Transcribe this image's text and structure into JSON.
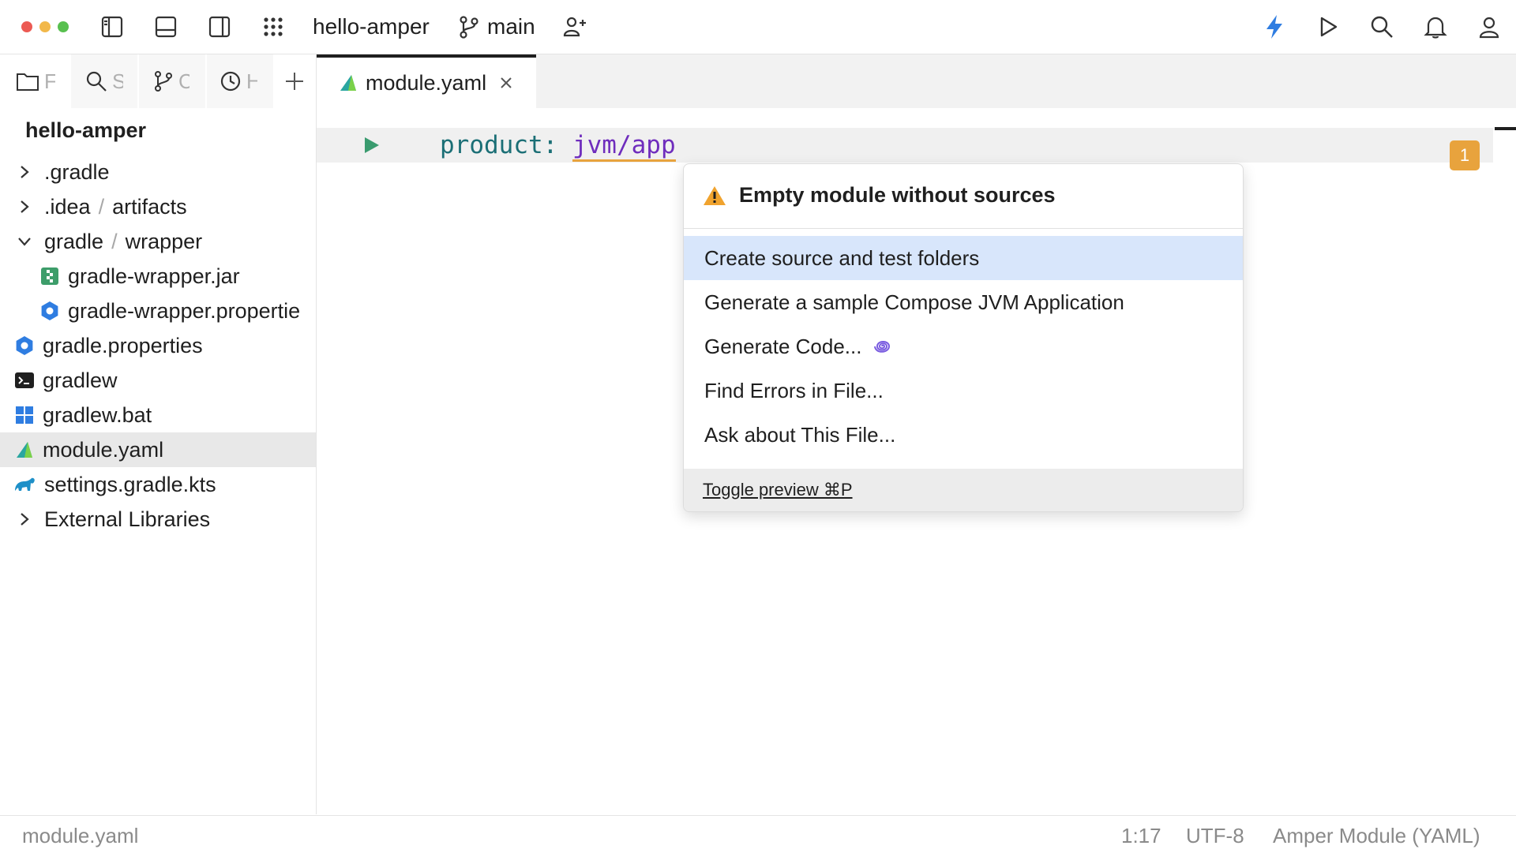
{
  "window": {
    "project_name": "hello-amper",
    "branch": "main"
  },
  "side_tabs": [
    {
      "icon": "folder-icon",
      "label": "F"
    },
    {
      "icon": "search-icon",
      "label": "S"
    },
    {
      "icon": "git-branch-icon",
      "label": "C"
    },
    {
      "icon": "clock-icon",
      "label": "H"
    }
  ],
  "project_tree": {
    "root": "hello-amper",
    "items": [
      {
        "name": ".gradle",
        "chevron": "right",
        "icon": "none"
      },
      {
        "name": ".idea",
        "sub": "artifacts",
        "chevron": "right",
        "icon": "none"
      },
      {
        "name": "gradle",
        "sub": "wrapper",
        "chevron": "down",
        "icon": "none"
      },
      {
        "name": "gradle-wrapper.jar",
        "icon": "jar-icon"
      },
      {
        "name": "gradle-wrapper.propertie",
        "icon": "properties-icon"
      },
      {
        "name": "gradle.properties",
        "icon": "properties-icon"
      },
      {
        "name": "gradlew",
        "icon": "terminal-icon"
      },
      {
        "name": "gradlew.bat",
        "icon": "windows-icon"
      },
      {
        "name": "module.yaml",
        "icon": "amper-icon",
        "selected": true
      },
      {
        "name": "settings.gradle.kts",
        "icon": "gradle-elephant-icon"
      },
      {
        "name": "External Libraries",
        "chevron": "right",
        "icon": "none"
      }
    ]
  },
  "editor": {
    "tab_label": "module.yaml",
    "code_key": "product:",
    "code_value": "jvm/app",
    "problem_count": "1"
  },
  "popup": {
    "title": "Empty module without sources",
    "items": [
      "Create source and test folders",
      "Generate a sample Compose JVM Application",
      "Generate Code...",
      "Find Errors in File...",
      "Ask about This File..."
    ],
    "footer": "Toggle preview ⌘P"
  },
  "status_bar": {
    "file": "module.yaml",
    "position": "1:17",
    "encoding": "UTF-8",
    "file_type": "Amper Module (YAML)"
  },
  "colors": {
    "accent_blue": "#2f7de1",
    "warning_orange": "#e8a33d",
    "selection_blue": "#d8e6fb",
    "code_key": "#1b6f76",
    "code_value": "#6f2dbd"
  }
}
